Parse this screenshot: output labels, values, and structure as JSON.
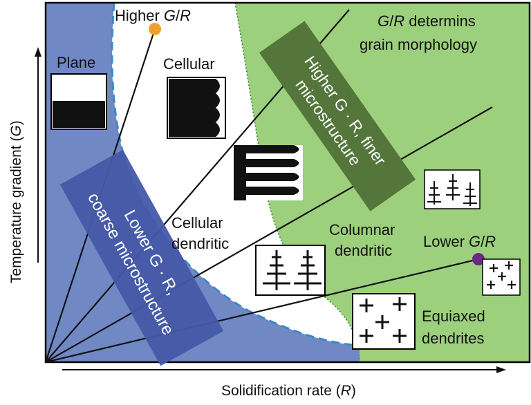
{
  "axes": {
    "x_label_prefix": "Solidification rate (",
    "x_label_var": "R",
    "x_label_suffix": ")",
    "y_label_prefix": "Temperature gradient (",
    "y_label_var": "G",
    "y_label_suffix": ")"
  },
  "points": {
    "higher_prefix": "Higher ",
    "higher_var": "G",
    "higher_slash": "/",
    "higher_var2": "R",
    "lower_prefix": "Lower ",
    "lower_var": "G",
    "lower_slash": "/",
    "lower_var2": "R"
  },
  "note": {
    "line1_var": "G",
    "line1_slash": "/",
    "line1_var2": "R",
    "line1_rest": " determins",
    "line2": "grain morphology"
  },
  "morphologies": {
    "plane": "Plane",
    "cellular": "Cellular",
    "cellular_dendritic_1": "Cellular",
    "cellular_dendritic_2": "dendritic",
    "columnar_dendritic_1": "Columnar",
    "columnar_dendritic_2": "dendritic",
    "equiaxed_1": "Equiaxed",
    "equiaxed_2": "dendrites"
  },
  "banners": {
    "lower_line1": "Lower G · R,",
    "lower_line2": "coarse microstructure",
    "higher_line1": "Higher G · R, finer",
    "higher_line2": "microstructure"
  },
  "colors": {
    "blue_region": "#7088c4",
    "blue_banner": "#4458a8",
    "green_region": "#9cd07c",
    "green_banner": "#54763a",
    "dash": "#3a8ac8",
    "higher_dot": "#f0a030",
    "lower_dot": "#6a2a80"
  }
}
